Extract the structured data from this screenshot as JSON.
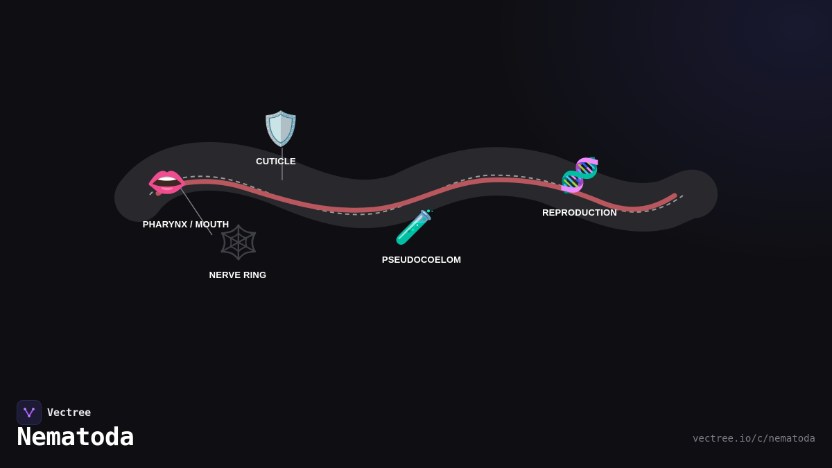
{
  "title": "Nematoda",
  "brand": {
    "name": "Vectree",
    "logo_icon": "vectree-logo-icon",
    "accent": "#a855f7"
  },
  "footer": {
    "url": "vectree.io/c/nematoda"
  },
  "colors": {
    "background": "#0f0f13",
    "body_band": "#29282c",
    "gut_line": "#b9575f",
    "dashed_outline": "#9b9b9b",
    "label_text": "#ffffff"
  },
  "parts": [
    {
      "id": "pharynx",
      "label": "PHARYNX / MOUTH",
      "icon": "mouth-icon",
      "glyph": "👄"
    },
    {
      "id": "cuticle",
      "label": "CUTICLE",
      "icon": "shield-icon",
      "glyph": "🛡️"
    },
    {
      "id": "nerve-ring",
      "label": "NERVE RING",
      "icon": "spider-web-icon",
      "glyph": "🕸️"
    },
    {
      "id": "pseudocoelom",
      "label": "PSEUDOCOELOM",
      "icon": "test-tube-icon",
      "glyph": "🧪"
    },
    {
      "id": "reproduction",
      "label": "REPRODUCTION",
      "icon": "dna-icon",
      "glyph": "🧬"
    }
  ]
}
